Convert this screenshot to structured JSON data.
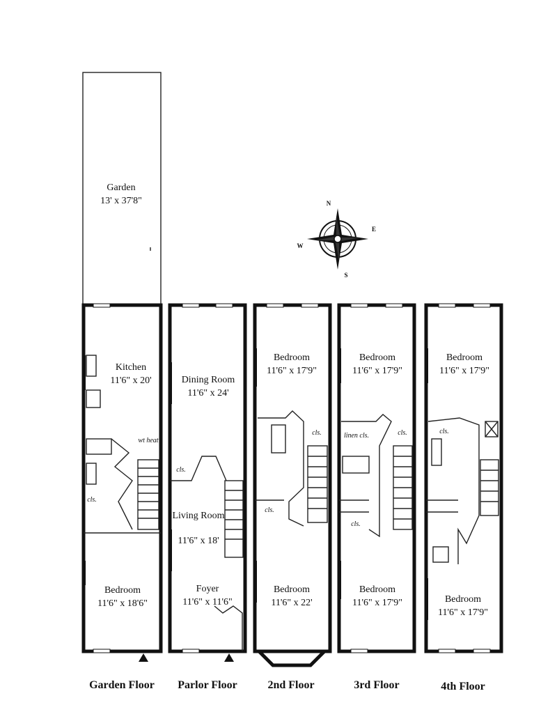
{
  "compass": {
    "n": "N",
    "e": "E",
    "s": "S",
    "w": "W"
  },
  "floors": [
    {
      "label": "Garden Floor",
      "rooms": [
        {
          "name": "Garden",
          "dims": "13' x 37'8\""
        },
        {
          "name": "Kitchen",
          "dims": "11'6\" x 20'"
        },
        {
          "name": "Bedroom",
          "dims": "11'6\" x 18'6\""
        }
      ],
      "small_labels": [
        "wt heat",
        "cls."
      ]
    },
    {
      "label": "Parlor Floor",
      "rooms": [
        {
          "name": "Dining Room",
          "dims": "11'6\" x 24'"
        },
        {
          "name": "Living Room",
          "dims": "11'6\" x 18'"
        },
        {
          "name": "Foyer",
          "dims": "11'6\" x 11'6\""
        }
      ],
      "small_labels": [
        "cls."
      ]
    },
    {
      "label": "2nd Floor",
      "rooms": [
        {
          "name": "Bedroom",
          "dims": "11'6\" x 17'9\""
        },
        {
          "name": "Bedroom",
          "dims": "11'6\" x 22'"
        }
      ],
      "small_labels": [
        "cls.",
        "cls."
      ]
    },
    {
      "label": "3rd Floor",
      "rooms": [
        {
          "name": "Bedroom",
          "dims": "11'6\" x 17'9\""
        },
        {
          "name": "Bedroom",
          "dims": "11'6\" x 17'9\""
        }
      ],
      "small_labels": [
        "linen cls.",
        "cls.",
        "cls."
      ]
    },
    {
      "label": "4th Floor",
      "rooms": [
        {
          "name": "Bedroom",
          "dims": "11'6\" x 17'9\""
        },
        {
          "name": "Bedroom",
          "dims": "11'6\" x 17'9\""
        }
      ],
      "small_labels": [
        "cls."
      ]
    }
  ]
}
